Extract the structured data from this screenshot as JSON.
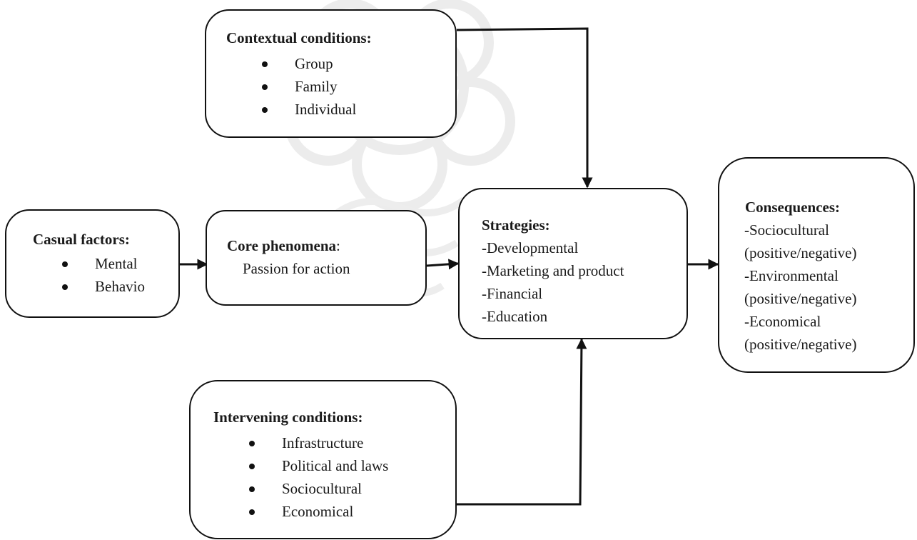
{
  "contextual": {
    "title": "Contextual conditions:",
    "items": [
      "Group",
      "Family",
      "Individual"
    ]
  },
  "causal": {
    "title": "Casual factors:",
    "items": [
      "Mental",
      "Behavio"
    ]
  },
  "core": {
    "title": "Core phenomena",
    "colon": ":",
    "text": "Passion for action"
  },
  "strategies": {
    "title": "Strategies:",
    "lines": [
      "-Developmental",
      "-Marketing and product",
      "-Financial",
      "-Education"
    ]
  },
  "consequences": {
    "title": "Consequences:",
    "lines": [
      "-Sociocultural",
      "(positive/negative)",
      "-Environmental",
      "(positive/negative)",
      "-Economical",
      "(positive/negative)"
    ]
  },
  "intervening": {
    "title": "Intervening conditions:",
    "items": [
      "Infrastructure",
      "Political and laws",
      "Sociocultural",
      "Economical"
    ]
  }
}
